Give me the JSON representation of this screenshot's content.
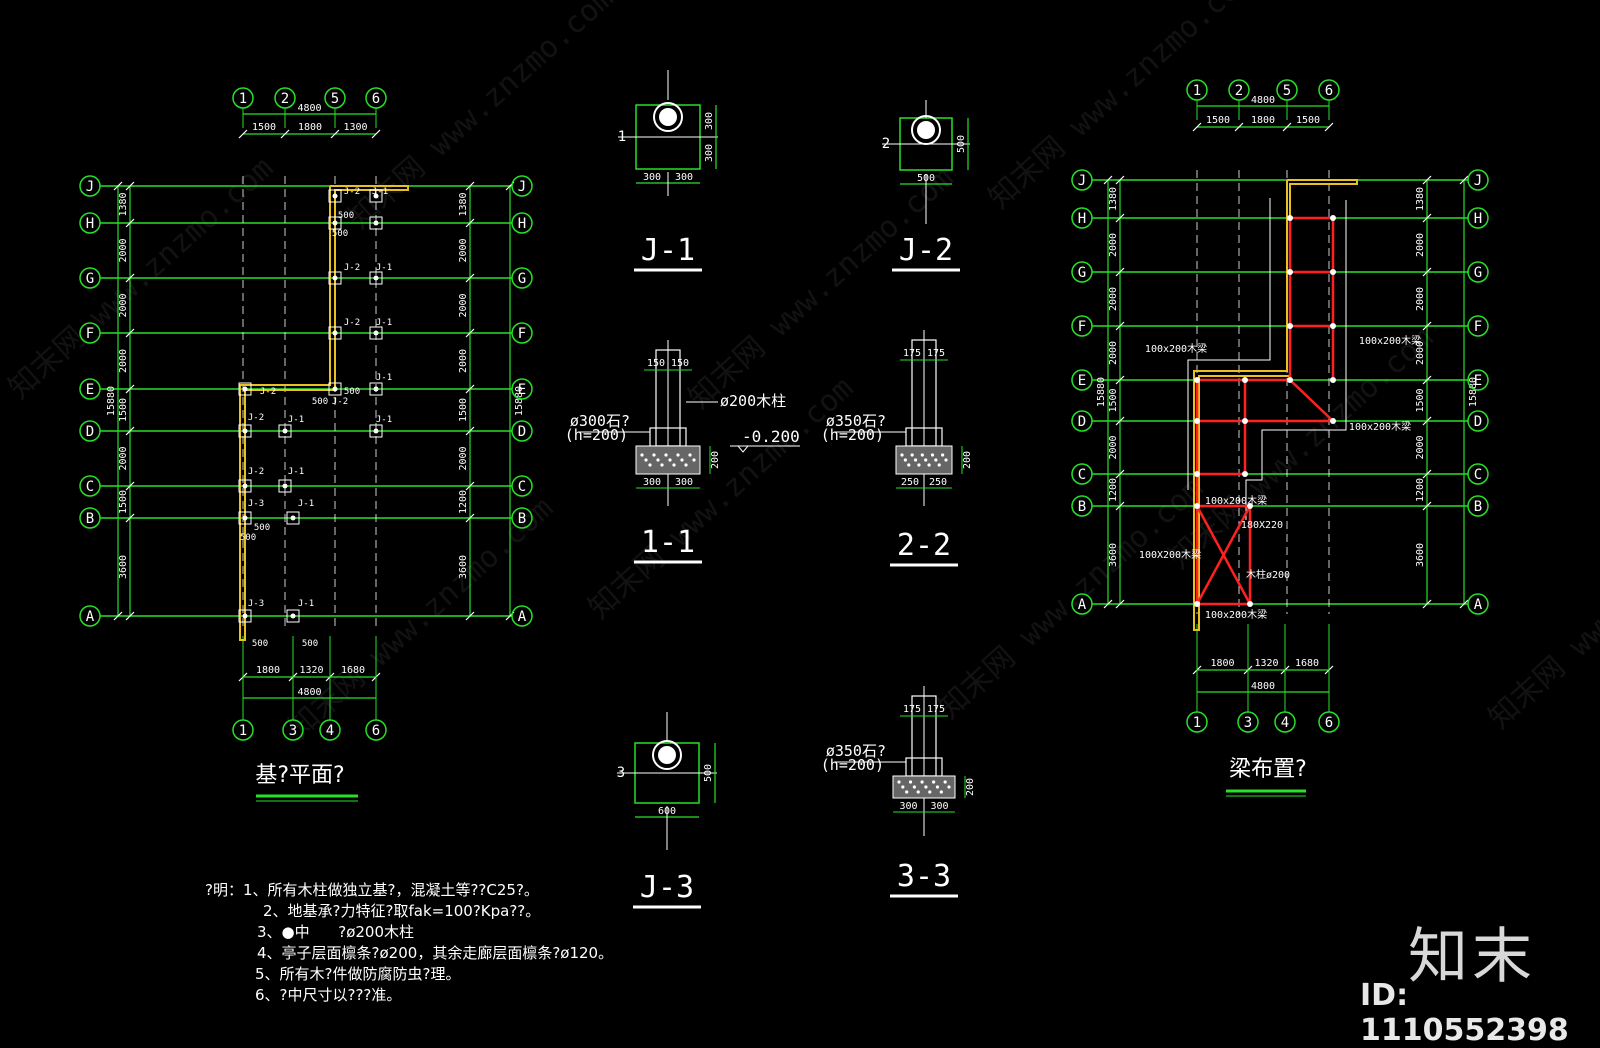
{
  "plans": {
    "foundation": {
      "title": "基?平面?",
      "top_axes": [
        "1",
        "2",
        "5",
        "6"
      ],
      "bottom_axes": [
        "1",
        "3",
        "4",
        "6"
      ],
      "row_axes": [
        "J",
        "H",
        "G",
        "F",
        "E",
        "D",
        "C",
        "B",
        "A"
      ],
      "top_total": "4800",
      "top_dims": [
        "1500",
        "1800",
        "1300"
      ],
      "bottom_dims": [
        "1800",
        "1320",
        "1680"
      ],
      "bottom_total": "4800",
      "left_dims": [
        "1380",
        "2000",
        "2000",
        "2000",
        "1500",
        "2000",
        "1500",
        "3600"
      ],
      "right_dims": [
        "1380",
        "2000",
        "2000",
        "2000",
        "1500",
        "2000",
        "1200",
        "3600"
      ],
      "left_total": "15880",
      "right_total": "15880",
      "labels": [
        "J-2",
        "J-1",
        "500",
        "J-2",
        "J-1",
        "J-2",
        "J-1",
        "J-1",
        "J-2",
        "500",
        "J-1",
        "J-2",
        "J-1",
        "J-2",
        "J-1",
        "J-3",
        "J-1",
        "500",
        "J-3",
        "J-1",
        "500",
        "500",
        "500",
        "J-2",
        "500",
        "500"
      ]
    },
    "beam": {
      "title": "梁布置?",
      "top_axes": [
        "1",
        "2",
        "5",
        "6"
      ],
      "bottom_axes": [
        "1",
        "3",
        "4",
        "6"
      ],
      "row_axes": [
        "J",
        "H",
        "G",
        "F",
        "E",
        "D",
        "C",
        "B",
        "A"
      ],
      "top_total": "4800",
      "top_dims": [
        "1500",
        "1800",
        "1500"
      ],
      "bottom_dims": [
        "1800",
        "1320",
        "1680"
      ],
      "bottom_total": "4800",
      "left_dims": [
        "1380",
        "2000",
        "2000",
        "2000",
        "1500",
        "2000",
        "1200",
        "3600"
      ],
      "right_dims": [
        "1380",
        "2000",
        "2000",
        "2000",
        "1500",
        "2000",
        "1200",
        "3600"
      ],
      "left_total": "15880",
      "right_total": "15880",
      "labels": [
        "100x200木梁",
        "100x200木梁",
        "100x200木梁",
        "100x200木梁",
        "180X220",
        "100X200木梁",
        "木柱ø200",
        "100x200木梁"
      ]
    }
  },
  "details": {
    "j1": {
      "title": "J-1",
      "mark": "1",
      "dims_bottom": [
        "300",
        "300"
      ],
      "dims_side": [
        "300",
        "300"
      ]
    },
    "j2": {
      "title": "J-2",
      "mark": "2",
      "dim_bottom": "500",
      "dim_side": "500"
    },
    "j3": {
      "title": "J-3",
      "mark": "3",
      "dim_bottom": "600",
      "dim_side": "500"
    },
    "s11": {
      "title": "1-1",
      "stone": "ø300石?",
      "h": "(h=200)",
      "col": "ø200木柱",
      "level": "-0.200",
      "top_dims": [
        "150",
        "150"
      ],
      "bottom_dims": [
        "300",
        "300"
      ],
      "side": "200"
    },
    "s22": {
      "title": "2-2",
      "stone": "ø350石?",
      "h": "(h=200)",
      "top_dims": [
        "175",
        "175"
      ],
      "bottom_dims": [
        "250",
        "250"
      ],
      "side": "200"
    },
    "s33": {
      "title": "3-3",
      "stone": "ø350石?",
      "h": "(h=200)",
      "top_dims": [
        "175",
        "175"
      ],
      "bottom_dims": [
        "300",
        "300"
      ],
      "side": "200"
    }
  },
  "notes": [
    "?明：1、所有木柱做独立基?，混凝土等??C25?。",
    "2、地基承?力特征?取fak=100?Kpa??。",
    "3、●中      ?ø200木柱",
    "4、亭子层面檩条?ø200，其余走廊层面檩条?ø120。",
    "5、所有木?件做防腐防虫?理。",
    "6、?中尺寸以???准。"
  ],
  "watermark": {
    "brand": "知末",
    "id": "ID: 1110552398",
    "pattern": "知末网 www.znzmo.com"
  },
  "colors": {
    "grid": "#28e028",
    "line": "#ffffff",
    "beam": "#ff2020",
    "wall": "#e8c020",
    "axis": "#28e028"
  }
}
